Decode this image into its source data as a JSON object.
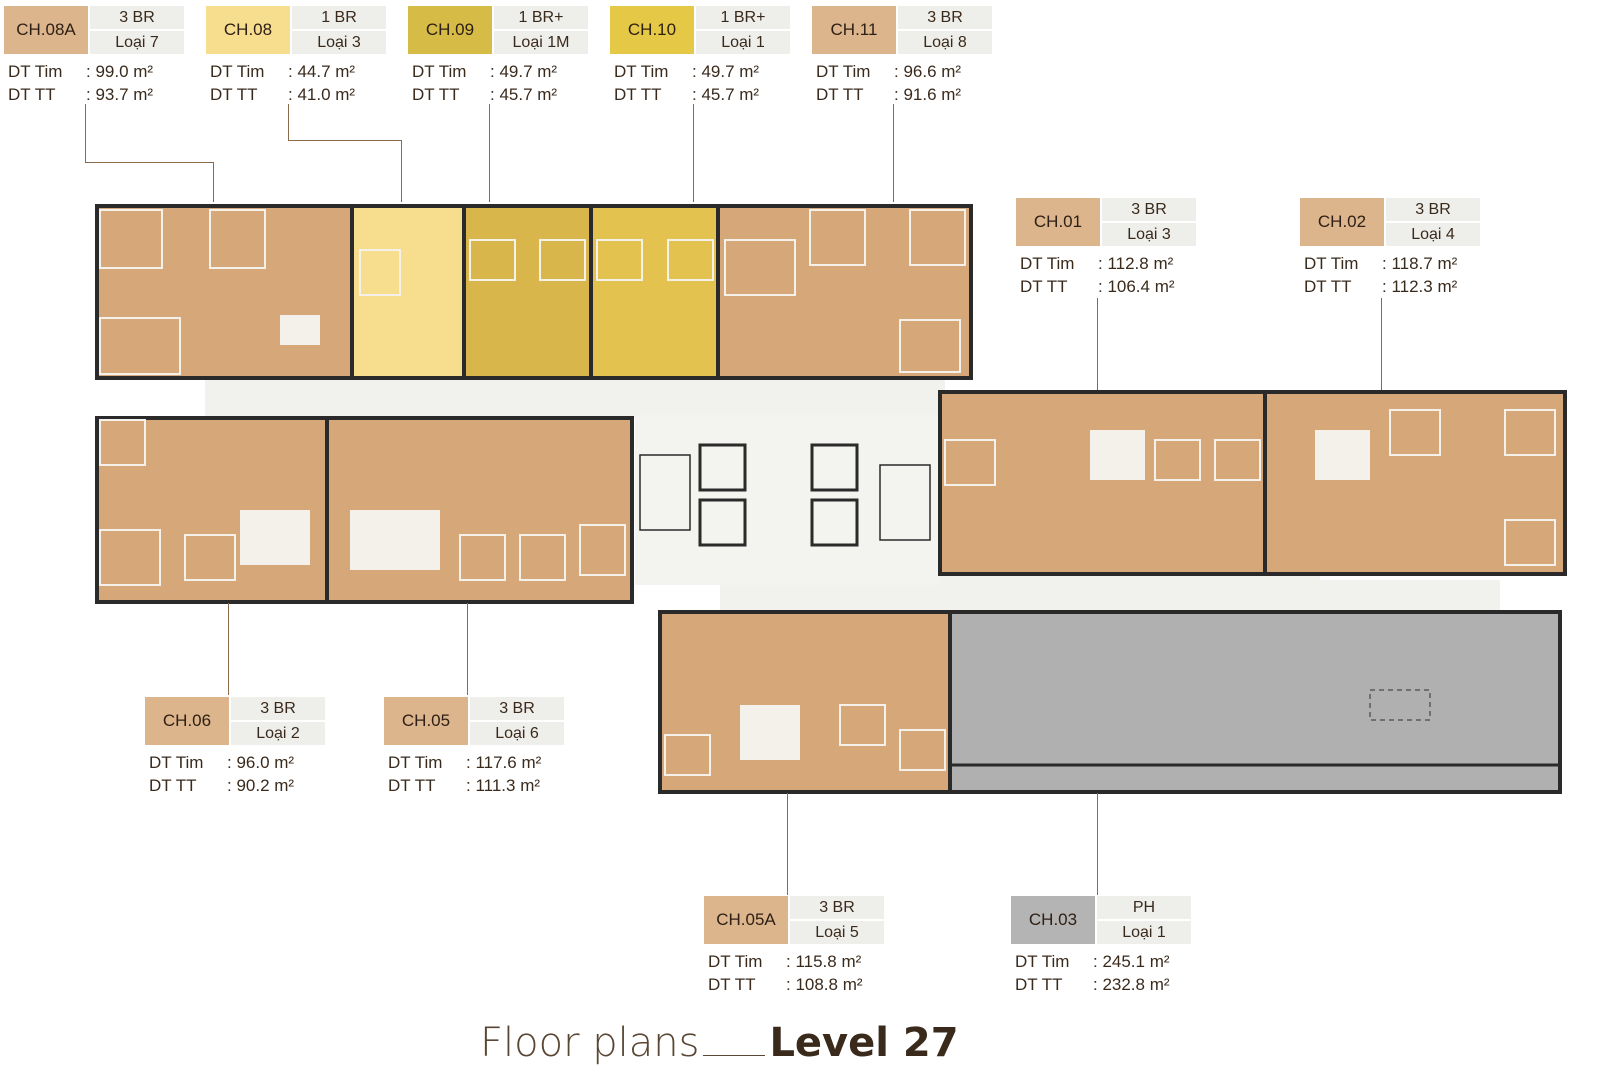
{
  "title": {
    "text": "Floor plans",
    "level": "Level 27"
  },
  "colors": {
    "standard_unit": "#d6a879",
    "type_1br": "#f7de8f",
    "type_1brplus_1m": "#d9b64c",
    "type_1brplus_1": "#e3c24f",
    "penthouse": "#b0b0b0",
    "corridor": "#f1f1ee",
    "wall": "#2a2a2a"
  },
  "units": [
    {
      "code": "CH.08A",
      "br": "3 BR",
      "type": "Loại 7",
      "dt_tim_label": "DT Tim",
      "dt_tim": ": 99.0 m²",
      "dt_tt_label": "DT TT",
      "dt_tt": ": 93.7 m²",
      "color": "#dcb58c"
    },
    {
      "code": "CH.08",
      "br": "1 BR",
      "type": "Loại 3",
      "dt_tim_label": "DT Tim",
      "dt_tim": ": 44.7 m²",
      "dt_tt_label": "DT TT",
      "dt_tt": ": 41.0 m²",
      "color": "#f7de8f"
    },
    {
      "code": "CH.09",
      "br": "1 BR+",
      "type": "Loại 1M",
      "dt_tim_label": "DT Tim",
      "dt_tim": ": 49.7 m²",
      "dt_tt_label": "DT TT",
      "dt_tt": ": 45.7 m²",
      "color": "#d6bb47"
    },
    {
      "code": "CH.10",
      "br": "1 BR+",
      "type": "Loại 1",
      "dt_tim_label": "DT Tim",
      "dt_tim": ": 49.7 m²",
      "dt_tt_label": "DT TT",
      "dt_tt": ": 45.7 m²",
      "color": "#e6c847"
    },
    {
      "code": "CH.11",
      "br": "3 BR",
      "type": "Loại 8",
      "dt_tim_label": "DT Tim",
      "dt_tim": ": 96.6 m²",
      "dt_tt_label": "DT TT",
      "dt_tt": ": 91.6 m²",
      "color": "#dcb58c"
    },
    {
      "code": "CH.01",
      "br": "3 BR",
      "type": "Loại 3",
      "dt_tim_label": "DT Tim",
      "dt_tim": ": 112.8 m²",
      "dt_tt_label": "DT TT",
      "dt_tt": ": 106.4 m²",
      "color": "#dcb58c"
    },
    {
      "code": "CH.02",
      "br": "3 BR",
      "type": "Loại 4",
      "dt_tim_label": "DT Tim",
      "dt_tim": ": 118.7 m²",
      "dt_tt_label": "DT TT",
      "dt_tt": ": 112.3 m²",
      "color": "#dcb58c"
    },
    {
      "code": "CH.06",
      "br": "3 BR",
      "type": "Loại 2",
      "dt_tim_label": "DT Tim",
      "dt_tim": ": 96.0 m²",
      "dt_tt_label": "DT TT",
      "dt_tt": ": 90.2 m²",
      "color": "#dcb58c"
    },
    {
      "code": "CH.05",
      "br": "3 BR",
      "type": "Loại 6",
      "dt_tim_label": "DT Tim",
      "dt_tim": ": 117.6 m²",
      "dt_tt_label": "DT TT",
      "dt_tt": ": 111.3 m²",
      "color": "#dcb58c"
    },
    {
      "code": "CH.05A",
      "br": "3 BR",
      "type": "Loại 5",
      "dt_tim_label": "DT Tim",
      "dt_tim": ": 115.8 m²",
      "dt_tt_label": "DT TT",
      "dt_tt": ": 108.8 m²",
      "color": "#dcb58c"
    },
    {
      "code": "CH.03",
      "br": "PH",
      "type": "Loại 1",
      "dt_tim_label": "DT Tim",
      "dt_tim": ": 245.1 m²",
      "dt_tt_label": "DT TT",
      "dt_tt": ": 232.8 m²",
      "color": "#b4b4b4"
    }
  ]
}
